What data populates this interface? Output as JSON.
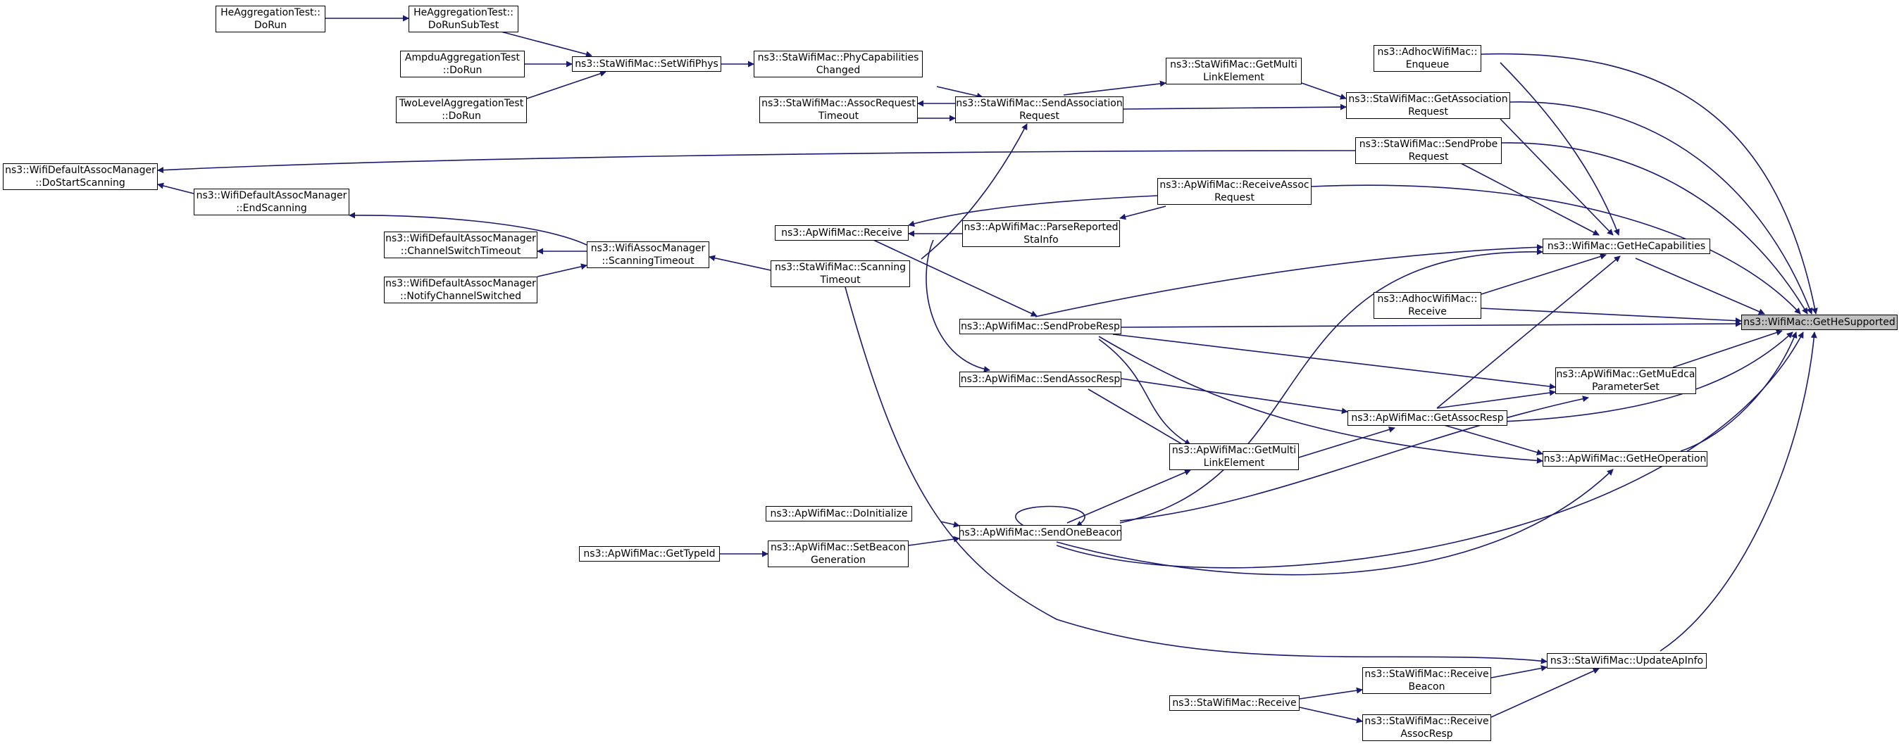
{
  "colors": {
    "edge": "#191970",
    "node_border": "#000000",
    "highlight_fill": "#bfbfbf"
  },
  "nodes": {
    "he_doRun": {
      "l1": "HeAggregationTest::",
      "l2": "DoRun"
    },
    "he_doRunSub": {
      "l1": "HeAggregationTest::",
      "l2": "DoRunSubTest"
    },
    "ampdu": {
      "l1": "AmpduAggregationTest",
      "l2": "::DoRun"
    },
    "twolevel": {
      "l1": "TwoLevelAggregationTest",
      "l2": "::DoRun"
    },
    "setWifiPhys": {
      "l1": "ns3::StaWifiMac::SetWifiPhys"
    },
    "phyCap": {
      "l1": "ns3::StaWifiMac::PhyCapabilities",
      "l2": "Changed"
    },
    "assocReqTimeout": {
      "l1": "ns3::StaWifiMac::AssocRequest",
      "l2": "Timeout"
    },
    "sendAssocReq": {
      "l1": "ns3::StaWifiMac::SendAssociation",
      "l2": "Request"
    },
    "staGetMulti": {
      "l1": "ns3::StaWifiMac::GetMulti",
      "l2": "LinkElement"
    },
    "adhocEnqueue": {
      "l1": "ns3::AdhocWifiMac::",
      "l2": "Enqueue"
    },
    "getAssocReq": {
      "l1": "ns3::StaWifiMac::GetAssociation",
      "l2": "Request"
    },
    "sendProbeReq": {
      "l1": "ns3::StaWifiMac::SendProbe",
      "l2": "Request"
    },
    "doStartScanning": {
      "l1": "ns3::WifiDefaultAssocManager",
      "l2": "::DoStartScanning"
    },
    "endScanning": {
      "l1": "ns3::WifiDefaultAssocManager",
      "l2": "::EndScanning"
    },
    "receiveAssocReq": {
      "l1": "ns3::ApWifiMac::ReceiveAssoc",
      "l2": "Request"
    },
    "apReceive": {
      "l1": "ns3::ApWifiMac::Receive"
    },
    "parseReported": {
      "l1": "ns3::ApWifiMac::ParseReported",
      "l2": "StaInfo"
    },
    "channelSwitchTimeout": {
      "l1": "ns3::WifiDefaultAssocManager",
      "l2": "::ChannelSwitchTimeout"
    },
    "scanningTimeoutMgr": {
      "l1": "ns3::WifiAssocManager",
      "l2": "::ScanningTimeout"
    },
    "staScanningTimeout": {
      "l1": "ns3::StaWifiMac::Scanning",
      "l2": "Timeout"
    },
    "notifyChannelSwitched": {
      "l1": "ns3::WifiDefaultAssocManager",
      "l2": "::NotifyChannelSwitched"
    },
    "getHeCap": {
      "l1": "ns3::WifiMac::GetHeCapabilities"
    },
    "adhocReceive": {
      "l1": "ns3::AdhocWifiMac::",
      "l2": "Receive"
    },
    "getHeSupported": {
      "l1": "ns3::WifiMac::GetHeSupported"
    },
    "sendProbeResp": {
      "l1": "ns3::ApWifiMac::SendProbeResp"
    },
    "getMuEdca": {
      "l1": "ns3::ApWifiMac::GetMuEdca",
      "l2": "ParameterSet"
    },
    "sendAssocResp": {
      "l1": "ns3::ApWifiMac::SendAssocResp"
    },
    "getAssocResp": {
      "l1": "ns3::ApWifiMac::GetAssocResp"
    },
    "apGetMulti": {
      "l1": "ns3::ApWifiMac::GetMulti",
      "l2": "LinkElement"
    },
    "getHeOp": {
      "l1": "ns3::ApWifiMac::GetHeOperation"
    },
    "doInitialize": {
      "l1": "ns3::ApWifiMac::DoInitialize"
    },
    "sendOneBeacon": {
      "l1": "ns3::ApWifiMac::SendOneBeacon"
    },
    "getTypeId": {
      "l1": "ns3::ApWifiMac::GetTypeId"
    },
    "setBeaconGen": {
      "l1": "ns3::ApWifiMac::SetBeacon",
      "l2": "Generation"
    },
    "updateApInfo": {
      "l1": "ns3::StaWifiMac::UpdateApInfo"
    },
    "receiveBeacon": {
      "l1": "ns3::StaWifiMac::Receive",
      "l2": "Beacon"
    },
    "staReceive": {
      "l1": "ns3::StaWifiMac::Receive"
    },
    "receiveAssocResp": {
      "l1": "ns3::StaWifiMac::Receive",
      "l2": "AssocResp"
    }
  }
}
